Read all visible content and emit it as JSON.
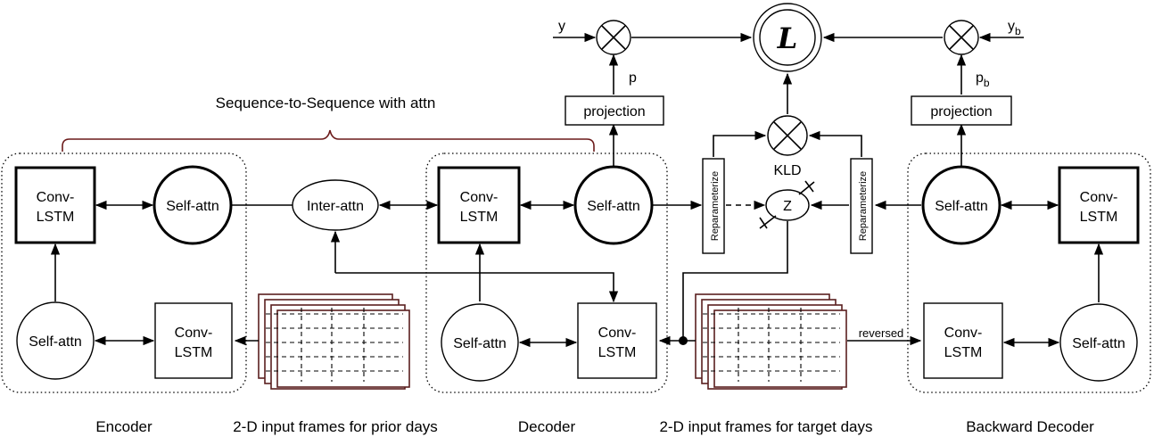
{
  "brace_label": "Sequence-to-Sequence with attn",
  "groups": {
    "encoder": "Encoder",
    "decoder": "Decoder",
    "backward_decoder": "Backward Decoder",
    "prior_frames": "2-D input frames for prior days",
    "target_frames": "2-D input frames for target days"
  },
  "nodes": {
    "convlstm": "Conv-\nLSTM",
    "self_attn": "Self-attn",
    "inter_attn": "Inter-attn",
    "projection": "projection",
    "reparameterize": "Reparameterize",
    "z": "Z",
    "loss": "L",
    "kld": "KLD"
  },
  "signals": {
    "y": "y",
    "p": "p",
    "yb_base": "y",
    "yb_sub": "b",
    "pb_base": "p",
    "pb_sub": "b",
    "reversed": "reversed"
  }
}
